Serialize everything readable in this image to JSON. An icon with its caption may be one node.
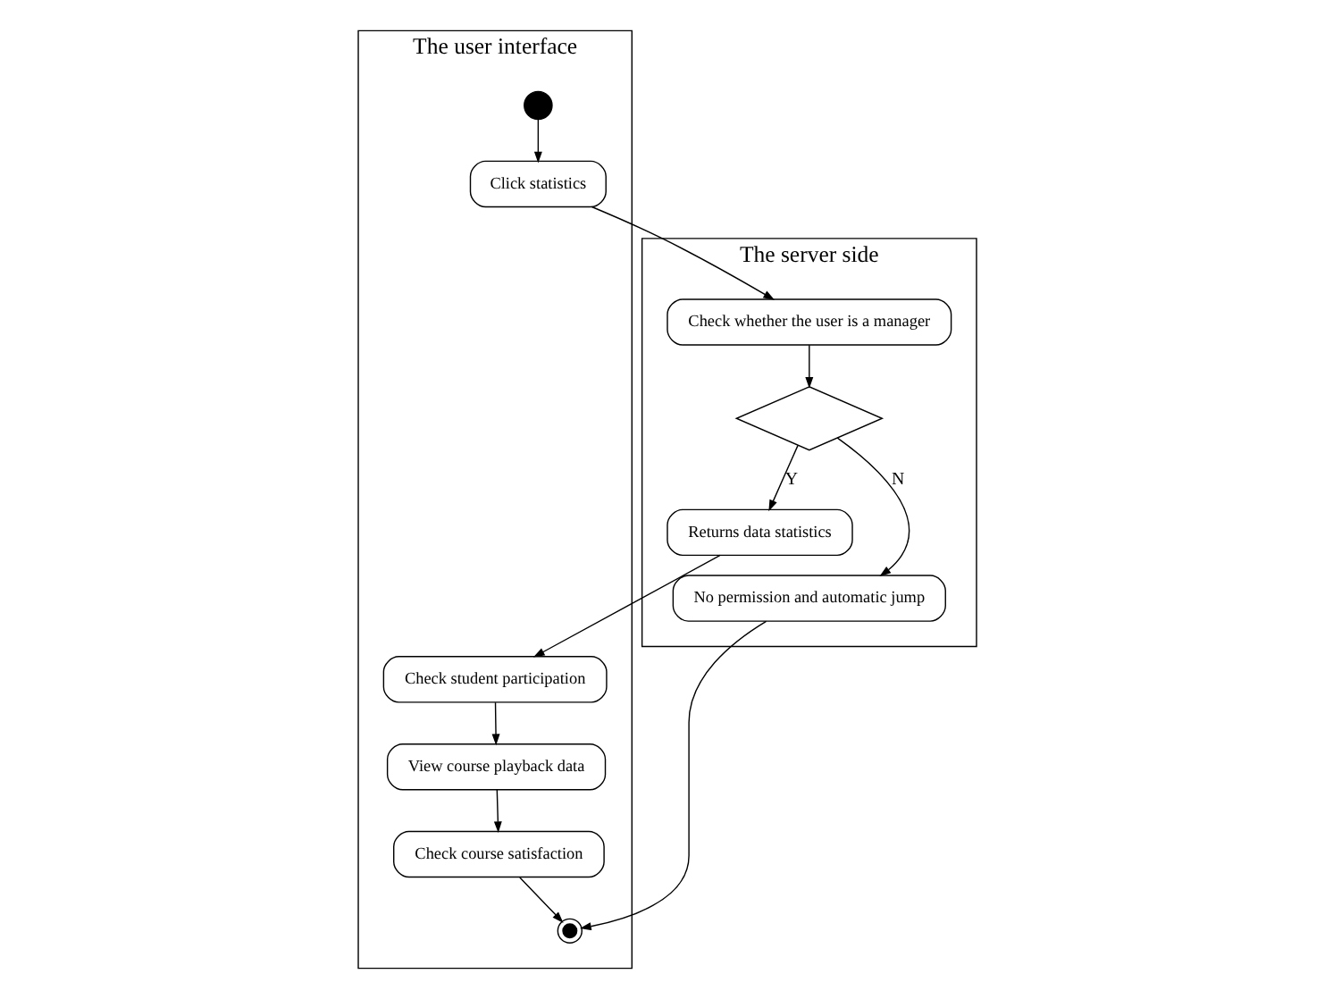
{
  "diagram": {
    "nodes": [
      {
        "text": [
          "The user interface"
        ]
      },
      {
        "text": [
          "The server side"
        ]
      },
      {
        "text": [],
        "shape": "circle",
        "in": 0
      },
      {
        "text": [
          "Click statistics"
        ],
        "in": 0
      },
      {
        "text": [
          "Check whether the user is a manager"
        ],
        "in": 1
      },
      {
        "text": [],
        "shape": "diamond",
        "in": 1
      },
      {
        "text": [
          "Returns data statistics"
        ],
        "in": 1
      },
      {
        "text": [
          "No permission and automatic jump"
        ],
        "in": 1
      },
      {
        "text": [
          "Check student participation"
        ],
        "in": 0
      },
      {
        "text": [
          "View course playback data"
        ],
        "in": 0
      },
      {
        "text": [
          "Check course satisfaction"
        ],
        "in": 0
      },
      {
        "text": [],
        "shape": "circle",
        "in": 0
      }
    ],
    "edges": [
      {
        "from": 2,
        "to": 3,
        "arrow": "to"
      },
      {
        "from": 3,
        "to": 4,
        "arrow": "to"
      },
      {
        "from": 4,
        "to": 5,
        "arrow": "to"
      },
      {
        "from": 5,
        "to": 6,
        "arrow": "to",
        "label": "Y"
      },
      {
        "from": 5,
        "to": 7,
        "arrow": "to",
        "label": "N"
      },
      {
        "from": 6,
        "to": 8,
        "arrow": "to"
      },
      {
        "from": 8,
        "to": 9,
        "arrow": "to"
      },
      {
        "from": 9,
        "to": 10,
        "arrow": "to"
      },
      {
        "from": 10,
        "to": 11,
        "arrow": "to"
      },
      {
        "from": 7,
        "to": 11,
        "arrow": "to"
      }
    ]
  }
}
